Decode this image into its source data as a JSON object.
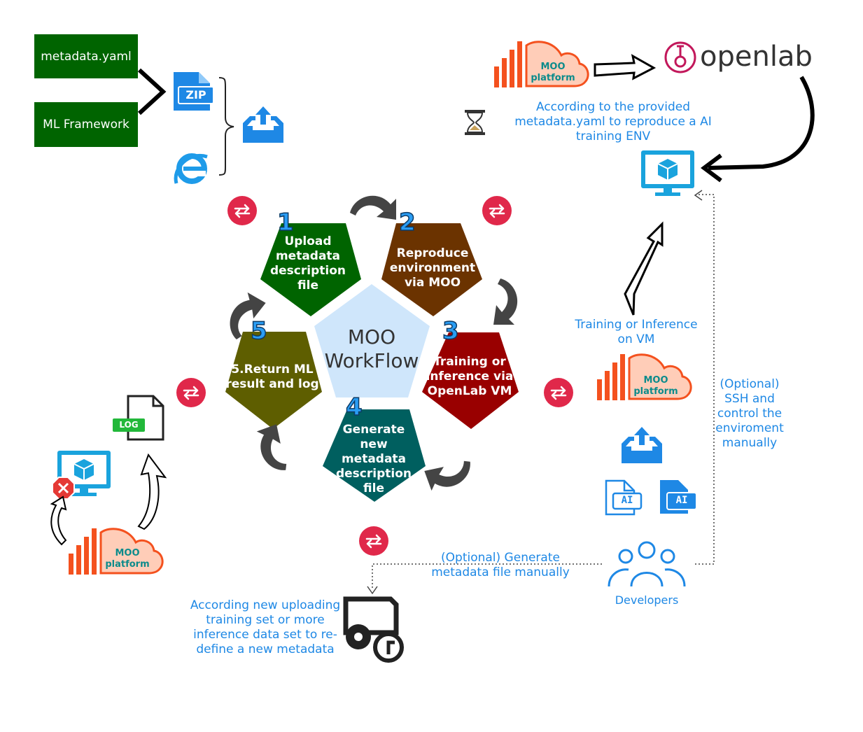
{
  "inputs": {
    "metadata_label": "metadata.yaml",
    "framework_label": "ML Framework",
    "zip_label": "ZIP"
  },
  "workflow": {
    "center": "MOO WorkFlow",
    "steps": [
      {
        "num": "1",
        "label": "Upload metadata description file",
        "color": "#006400"
      },
      {
        "num": "2",
        "label": "Reproduce environment via MOO",
        "color": "#6b3300"
      },
      {
        "num": "3",
        "label": "Training or inference via OpenLab VM",
        "color": "#990000"
      },
      {
        "num": "4",
        "label": "Generate new metadata description file",
        "color": "#005f5f"
      },
      {
        "num": "5",
        "label": "5.Return ML result and log",
        "color": "#5e5e00"
      }
    ]
  },
  "moo_platform": {
    "line1": "MOO",
    "line2": "platform"
  },
  "openlab_label": "openlab",
  "log_label": "LOG",
  "ai_label": "AI",
  "annotations": {
    "reproduce": "According to the provided metadata.yaml to reproduce a AI training ENV",
    "training_vm": "Training or Inference on VM",
    "ssh": "(Optional) SSH and control the enviroment manually",
    "generate_manual": "(Optional) Generate metadata file manually",
    "developers": "Developers",
    "new_upload": "According new uploading training set or more inference data set to re-define a new metadata"
  },
  "colors": {
    "accent_blue": "#1e88e5",
    "cloud_orange": "#f4511e",
    "sync_red": "#e0284a",
    "center_fill": "#cfe6fb"
  }
}
